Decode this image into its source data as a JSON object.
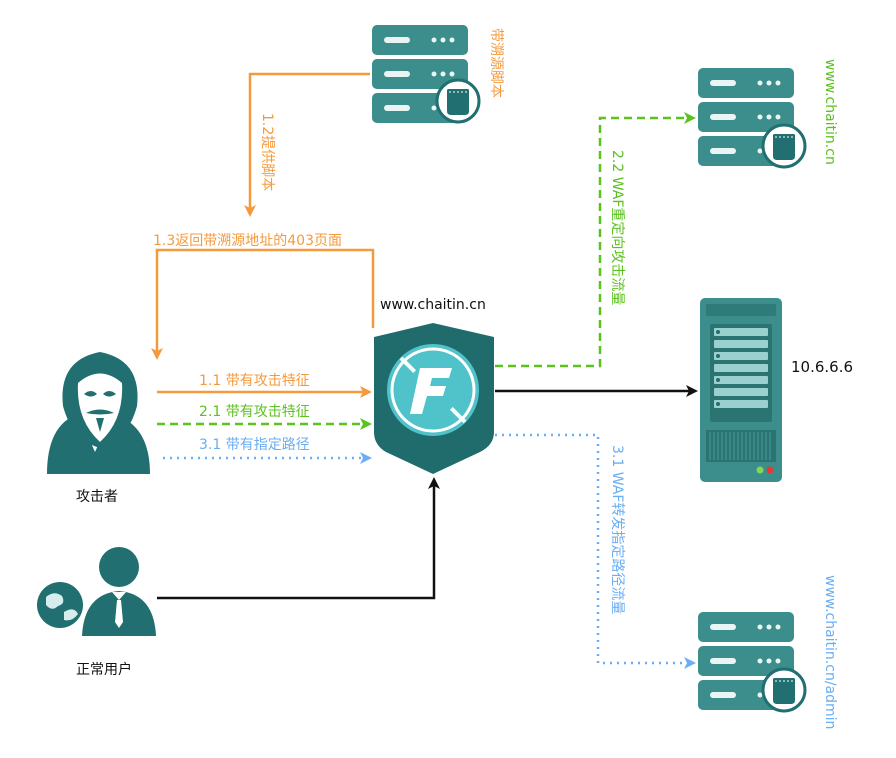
{
  "colors": {
    "orange": "#f59a3c",
    "green": "#5cc21f",
    "blue": "#6aaef3",
    "teal": "#216f70",
    "server_teal": "#3b8e8c",
    "shield_bg": "#206c6d",
    "logo": "#4fc3c9",
    "black": "#111111"
  },
  "nodes": {
    "script_server": {
      "label": "带溯源脚本",
      "icon": "server-stack-icon"
    },
    "waf": {
      "domain": "www.chaitin.cn",
      "icon": "chaitin-waf-shield-icon"
    },
    "attacker": {
      "label": "攻击者",
      "icon": "anonymous-hacker-icon"
    },
    "normal_user": {
      "label": "正常用户",
      "icon": "business-user-icon"
    },
    "chaitin_server": {
      "label": "www.chaitin.cn",
      "icon": "server-stack-icon"
    },
    "backend_server": {
      "label": "10.6.6.6",
      "icon": "server-tower-icon"
    },
    "admin_server": {
      "label": "www.chaitin.cn/admin",
      "icon": "server-stack-icon"
    }
  },
  "edges": {
    "provide_script": "1.2提供脚本",
    "return_403": "1.3返回带溯源地址的403页面",
    "attack_1": "1.1 带有攻击特征",
    "attack_2": "2.1 带有攻击特征",
    "path_3": "3.1 带有指定路径",
    "redirect_waf": "2.2 WAF重定向攻击流量",
    "forward_path": "3.1 WAF转发指定路径流量"
  }
}
